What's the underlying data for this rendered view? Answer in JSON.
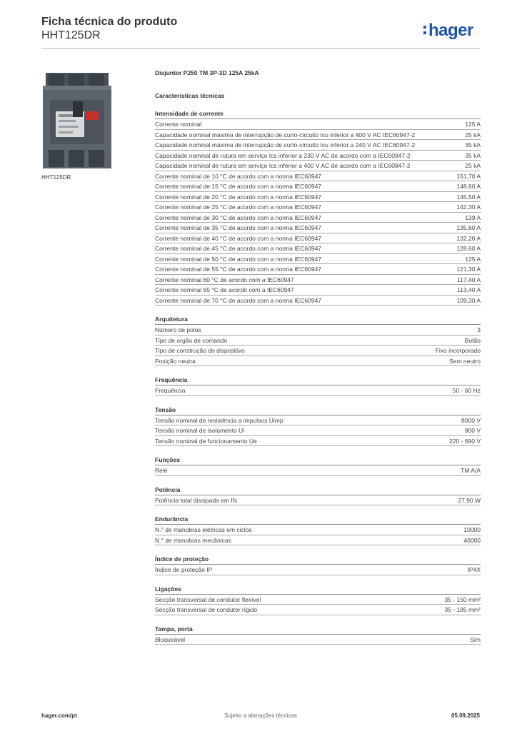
{
  "header": {
    "title": "Ficha técnica do produto",
    "code": "HHT125DR",
    "logo": "hager"
  },
  "product": {
    "image_caption": "HHT125DR",
    "title": "Disjuntor P250 TM 3P-3D 125A 25kA",
    "characteristics_title": "Características técnicas"
  },
  "sections": [
    {
      "title": "Intensidade de corrente",
      "rows": [
        {
          "label": "Corrente nominal",
          "value": "125 A"
        },
        {
          "label": "Capacidade nominal máxima de interrupção de curto-circuito Icu inferior a 400 V AC IEC60947-2",
          "value": "25 kA"
        },
        {
          "label": "Capacidade nominal máxima de interrupção de curto-circuito Icu inferior a 240 V AC IEC60947-2",
          "value": "35 kA"
        },
        {
          "label": "Capacidade nominal de rutura em serviço Ics inferior a 230 V AC de acordo com a IEC60947-2",
          "value": "35 kA"
        },
        {
          "label": "Capacidade nominal de rutura em serviço Ics inferior a 400 V AC de acordo com a IEC60947-2",
          "value": "25 kA"
        },
        {
          "label": "Corrente nominal de 10 °C de acordo com a norma IEC60947",
          "value": "151,70 A"
        },
        {
          "label": "Corrente nominal de 15 °C de acordo com a norma IEC60947",
          "value": "148,60 A"
        },
        {
          "label": "Corrente nominal de 20 °C de acordo com a norma IEC60947",
          "value": "145,50 A"
        },
        {
          "label": "Corrente nominal de 25 °C de acordo com a norma IEC60947",
          "value": "142,30 A"
        },
        {
          "label": "Corrente nominal de 30 °C de acordo com a norma IEC60947",
          "value": "139 A"
        },
        {
          "label": "Corrente nominal de 35 °C de acordo com a norma IEC60947",
          "value": "135,60 A"
        },
        {
          "label": "Corrente nominal de 40 °C de acordo com a norma IEC60947",
          "value": "132,20 A"
        },
        {
          "label": "Corrente nominal de 45 °C de acordo com a norma IEC60947",
          "value": "128,60 A"
        },
        {
          "label": "Corrente nominal de 50 °C de acordo com a norma IEC60947",
          "value": "125 A"
        },
        {
          "label": "Corrente nominal de 55 °C de acordo com a norma IEC60947",
          "value": "121,30 A"
        },
        {
          "label": "Corrente nominal 60 °C de acordo com a IEC60947",
          "value": "117,40 A"
        },
        {
          "label": "Corrente nominal 65 °C de acordo com a IEC60947",
          "value": "113,40 A"
        },
        {
          "label": "Corrente nominal de 70 °C de acordo com a norma IEC60947",
          "value": "109,30 A"
        }
      ]
    },
    {
      "title": "Arquitetura",
      "rows": [
        {
          "label": "Número de polos",
          "value": "3"
        },
        {
          "label": "Tipo de orgão de comando",
          "value": "Botão"
        },
        {
          "label": "Tipo de construção do dispositivo",
          "value": "Fixo incorporado"
        },
        {
          "label": "Posição neutra",
          "value": "Sem neutro"
        }
      ]
    },
    {
      "title": "Frequência",
      "rows": [
        {
          "label": "Frequência",
          "value": "50 - 60 Hz"
        }
      ]
    },
    {
      "title": "Tensão",
      "rows": [
        {
          "label": "Tensão nominal de resistência a impulsos Uimp",
          "value": "8000 V"
        },
        {
          "label": "Tensão nominal de isolamento Ui",
          "value": "800 V"
        },
        {
          "label": "Tensão nominal de funcionamento Ue",
          "value": "220 - 690 V"
        }
      ]
    },
    {
      "title": "Funções",
      "rows": [
        {
          "label": "Relé",
          "value": "TM A/A"
        }
      ]
    },
    {
      "title": "Potência",
      "rows": [
        {
          "label": "Potência total dissipada em IN",
          "value": "27,90 W"
        }
      ]
    },
    {
      "title": "Endurância",
      "rows": [
        {
          "label": "N.° de manobras elétricas em ciclos",
          "value": "10000"
        },
        {
          "label": "N.° de manobras mecânicas",
          "value": "40000"
        }
      ]
    },
    {
      "title": "Índice de proteção",
      "rows": [
        {
          "label": "Índice de proteção IP",
          "value": "IP4X"
        }
      ]
    },
    {
      "title": "Ligações",
      "rows": [
        {
          "label": "Secção transversal de condutor flexível",
          "value": "35 - 150 mm²"
        },
        {
          "label": "Secção transversal de condutor rígido",
          "value": "35 - 185 mm²"
        }
      ]
    },
    {
      "title": "Tampa, porta",
      "rows": [
        {
          "label": "Bloqueável",
          "value": "Sim"
        }
      ]
    }
  ],
  "footer": {
    "website": "hager.com/pt",
    "note": "Sujeito a alterações técnicas",
    "date": "05.09.2025"
  }
}
